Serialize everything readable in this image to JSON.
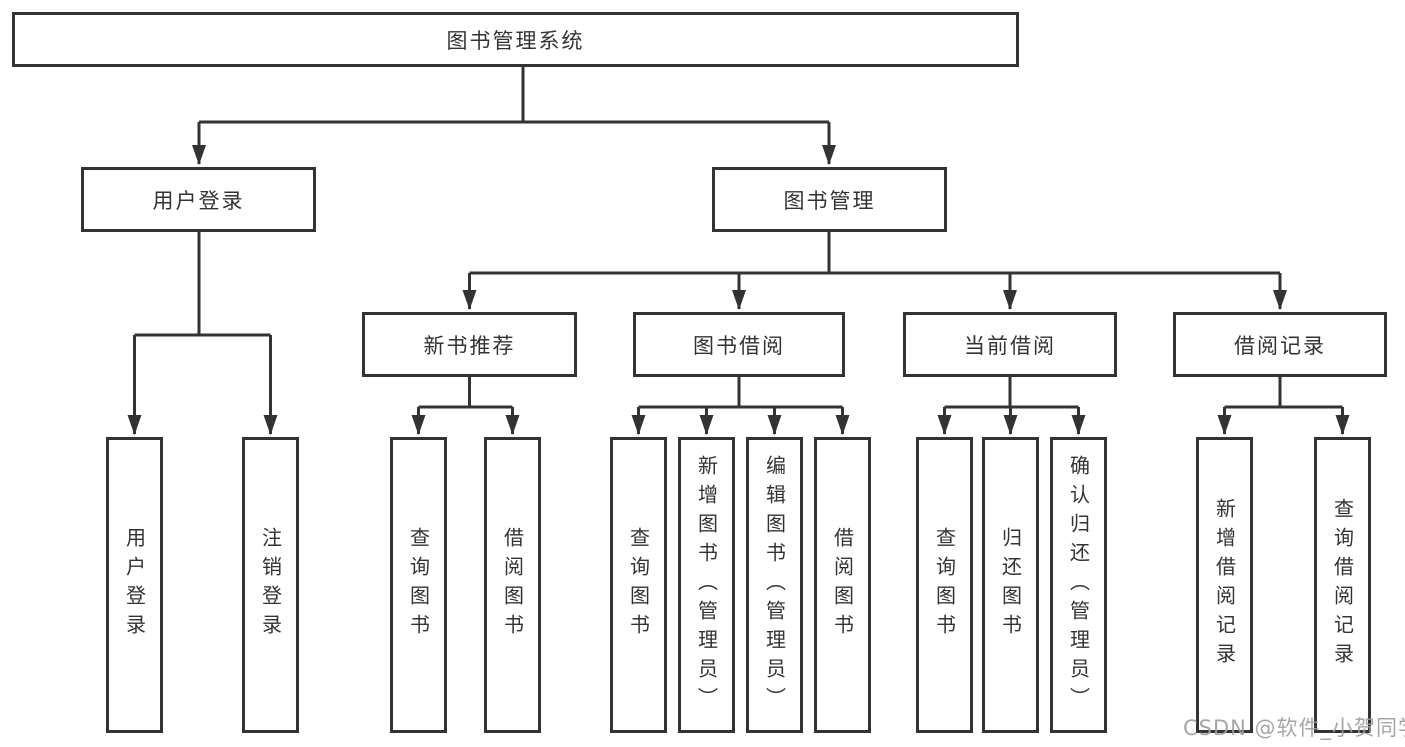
{
  "tree": {
    "label": "图书管理系统",
    "children": [
      {
        "label": "用户登录",
        "children": [
          {
            "label": "用户登录"
          },
          {
            "label": "注销登录"
          }
        ]
      },
      {
        "label": "图书管理",
        "children": [
          {
            "label": "新书推荐",
            "children": [
              {
                "label": "查询图书"
              },
              {
                "label": "借阅图书"
              }
            ]
          },
          {
            "label": "图书借阅",
            "children": [
              {
                "label": "查询图书"
              },
              {
                "label": "新增图书（管理员）"
              },
              {
                "label": "编辑图书（管理员）"
              },
              {
                "label": "借阅图书"
              }
            ]
          },
          {
            "label": "当前借阅",
            "children": [
              {
                "label": "查询图书"
              },
              {
                "label": "归还图书"
              },
              {
                "label": "确认归还（管理员）"
              }
            ]
          },
          {
            "label": "借阅记录",
            "children": [
              {
                "label": "新增借阅记录"
              },
              {
                "label": "查询借阅记录"
              }
            ]
          }
        ]
      }
    ]
  },
  "watermark": {
    "text": "CSDN @软件_小贺同学"
  },
  "colors": {
    "line": "#333333",
    "box_border": "#333333",
    "text": "#333333",
    "background": "#ffffff",
    "watermark": "#9e9e9e"
  }
}
